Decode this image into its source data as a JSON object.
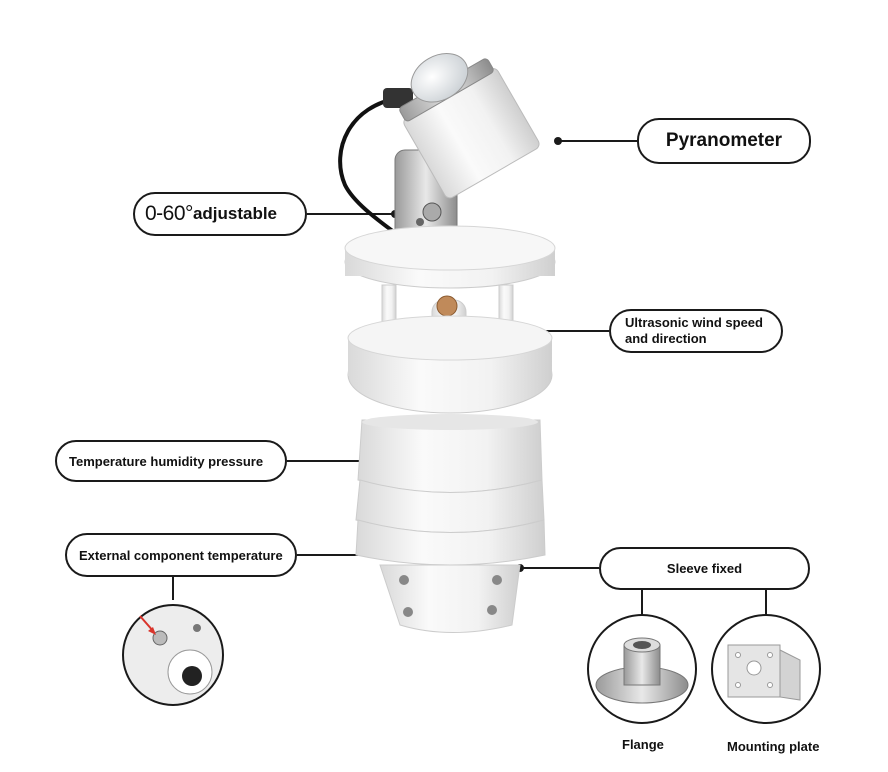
{
  "callouts": {
    "pyranometer": "Pyranometer",
    "angle_value": "0-60°",
    "angle_label": "adjustable",
    "wind_line1": "Ultrasonic wind speed",
    "wind_line2": "and direction",
    "temperature_humidity_pressure": "Temperature humidity pressure",
    "external_component_temperature": "External component temperature",
    "sleeve_fixed": "Sleeve fixed"
  },
  "captions": {
    "flange": "Flange",
    "mounting_plate": "Mounting plate"
  },
  "colors": {
    "sensor_body": "#f2f2f2",
    "outline": "#1a1a1a",
    "metal": "#c9c9c9"
  }
}
